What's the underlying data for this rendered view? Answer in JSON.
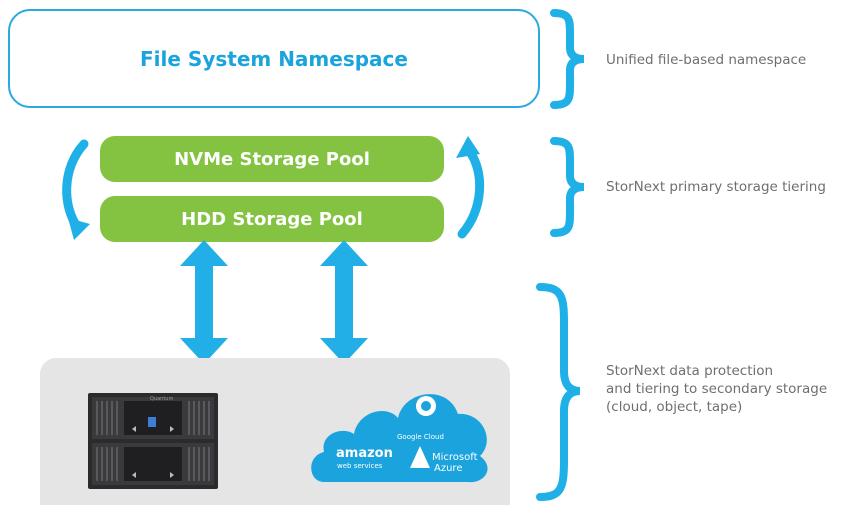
{
  "namespace": {
    "title": "File System Namespace"
  },
  "pools": {
    "nvme": "NVMe Storage Pool",
    "hdd": "HDD Storage Pool"
  },
  "labels": {
    "unified": "Unified file-based namespace",
    "primary": "StorNext primary storage tiering",
    "protection_line1": "StorNext data protection",
    "protection_line2": "and tiering to secondary storage",
    "protection_line3": "(cloud, object, tape)"
  },
  "secondary_storage": {
    "tape_library_brand": "Quantum",
    "cloud_providers": {
      "google": "Google Cloud",
      "amazon_word": "amazon",
      "amazon_sub": "web services",
      "azure_line1": "Microsoft",
      "azure_line2": "Azure"
    }
  },
  "colors": {
    "accent_blue": "#1aa3dc",
    "pool_green": "#83c341",
    "label_gray": "#6d6f72",
    "panel_gray": "#e5e5e6"
  },
  "icons": [
    "curved-arrow-down-icon",
    "curved-arrow-up-icon",
    "double-arrow-icon",
    "brace-icon",
    "cloud-icon",
    "tape-library-icon"
  ]
}
